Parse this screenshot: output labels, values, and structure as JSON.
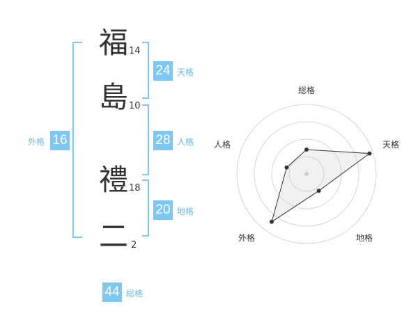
{
  "name_chars": [
    {
      "char": "福",
      "strokes": "14"
    },
    {
      "char": "島",
      "strokes": "10"
    },
    {
      "char": "禮",
      "strokes": "18"
    },
    {
      "char": "二",
      "strokes": "2"
    }
  ],
  "kakusu": {
    "tenkaku": {
      "value": "24",
      "label": "天格"
    },
    "jinkaku": {
      "value": "28",
      "label": "人格"
    },
    "chikaku": {
      "value": "20",
      "label": "地格"
    },
    "gaikaku": {
      "value": "16",
      "label": "外格"
    },
    "soukaku": {
      "value": "44",
      "label": "総格"
    }
  },
  "colors": {
    "accent": "#7dc8f3",
    "accent_text": "#6bbbe8"
  },
  "chart_data": {
    "type": "radar",
    "axes": [
      "総格",
      "天格",
      "地格",
      "外格",
      "人格"
    ],
    "values": [
      0.35,
      0.95,
      0.3,
      0.85,
      0.3
    ],
    "rings": 4,
    "grid": true
  }
}
